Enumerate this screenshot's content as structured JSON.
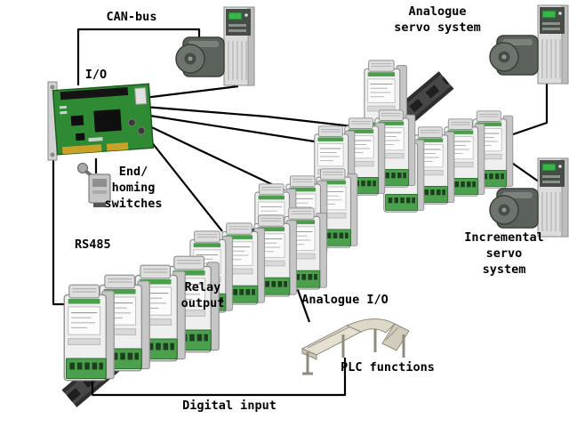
{
  "labels": {
    "can_bus": "CAN-bus",
    "analogue_servo": "Analogue\nservo system",
    "io": "I/O",
    "end_homing": "End/\nhoming\nswitches",
    "rs485": "RS485",
    "relay_output": "Relay\noutput",
    "analogue_io": "Analogue I/O",
    "incremental_servo": "Incremental\nservo system",
    "plc_functions": "PLC functions",
    "digital_input": "Digital input"
  },
  "components": [
    "pci-io-card",
    "servo-drive-with-motor",
    "din-rail",
    "din-io-module",
    "limit-switch",
    "conveyor-system"
  ],
  "colors": {
    "wire": "#000000",
    "pcb_green": "#2f8b33",
    "terminal_green": "#4aa04c",
    "rail_gray": "#474747",
    "drive_display_green": "#39b54a",
    "module_body": "#efefef"
  }
}
